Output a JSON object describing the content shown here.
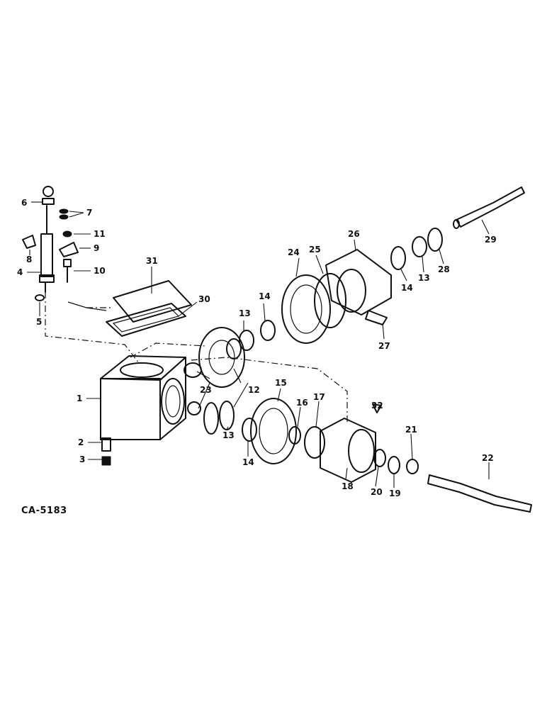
{
  "figure_code": "CA-5183",
  "callouts": {
    "c1": "1",
    "c2": "2",
    "c3": "3",
    "c4": "4",
    "c5": "5",
    "c6": "6",
    "c7": "7",
    "c8": "8",
    "c9": "9",
    "c10": "10",
    "c11": "11",
    "c12": "12",
    "c13a": "13",
    "c13b": "13",
    "c13c": "13",
    "c14a": "14",
    "c14b": "14",
    "c14c": "14",
    "c15": "15",
    "c16": "16",
    "c17": "17",
    "c18": "18",
    "c19": "19",
    "c20": "20",
    "c21": "21",
    "c22": "22",
    "c23": "23",
    "c24": "24",
    "c25": "25",
    "c26": "26",
    "c27": "27",
    "c28": "28",
    "c29": "29",
    "c30": "30",
    "c31": "31",
    "c32": "32"
  }
}
